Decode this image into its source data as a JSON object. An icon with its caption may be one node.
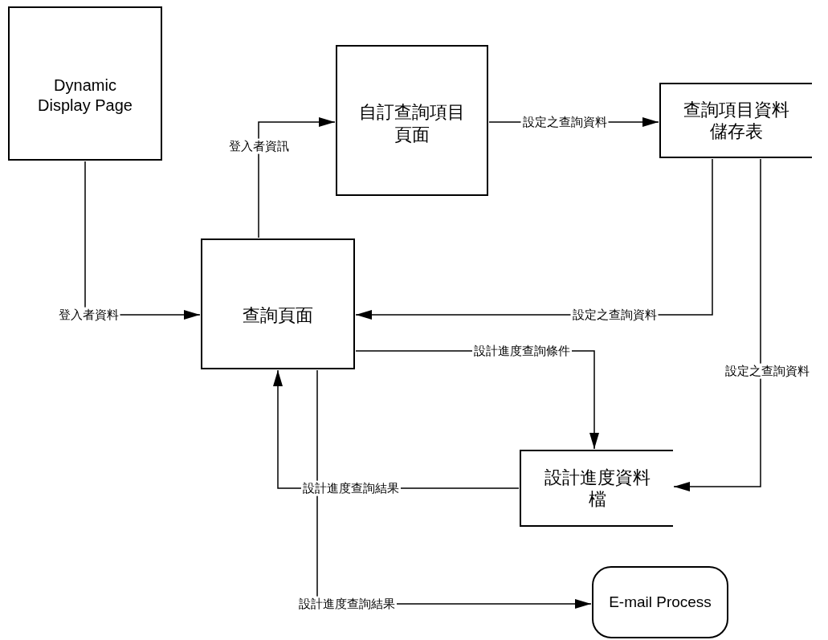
{
  "diagram": {
    "nodes": [
      {
        "text": [
          "Dynamic Display Page"
        ]
      },
      {
        "text": [
          "自訂查詢項目頁面"
        ]
      },
      {
        "text": [
          "查詢項目資料儲存表"
        ]
      },
      {
        "text": [
          "查詢頁面"
        ]
      },
      {
        "text": [
          "設計進度資料檔"
        ]
      },
      {
        "text": [
          "E-mail Process"
        ]
      }
    ],
    "edges": [
      {
        "from": 0,
        "to": 3,
        "arrow": "to",
        "label": "登入者資料"
      },
      {
        "from": 3,
        "to": 1,
        "arrow": "to",
        "label": "登入者資訊"
      },
      {
        "from": 1,
        "to": 2,
        "arrow": "to",
        "label": "設定之查詢資料"
      },
      {
        "from": 2,
        "to": 3,
        "arrow": "to",
        "label": "設定之查詢資料"
      },
      {
        "from": 3,
        "to": 4,
        "arrow": "to",
        "label": "設計進度查詢條件"
      },
      {
        "from": 2,
        "to": 4,
        "arrow": "to",
        "label": "設定之查詢資料"
      },
      {
        "from": 4,
        "to": 3,
        "arrow": "to",
        "label": "設計進度查詢結果"
      },
      {
        "from": 3,
        "to": 5,
        "arrow": "to",
        "label": "設計進度查詢結果"
      }
    ]
  }
}
